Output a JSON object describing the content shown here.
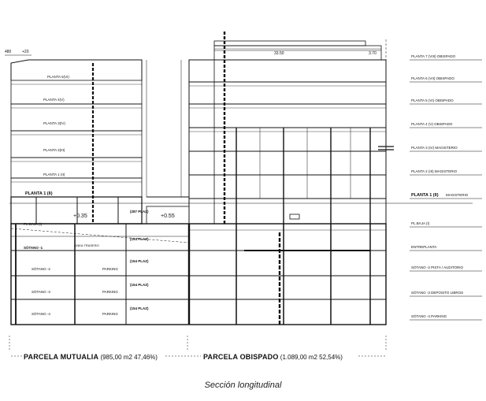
{
  "caption": "Sección longitudinal",
  "dims": {
    "d1": "480",
    "d2": "+20",
    "top_span": "33.50",
    "top_right": "3.70",
    "level_035": "+0.35",
    "level_055": "+0.55"
  },
  "left_floors": {
    "p5": "PLANTA 5(VI)",
    "p4": "PLANTA 4(V)",
    "p3": "PLANTA 3(IV)",
    "p2": "PLANTA 2(III)",
    "p1": "PLANTA 1 (II)",
    "pb": "PL.BAJA (I)",
    "s1": "SÓTANO -1",
    "s1_note": "LINEA TRASERO",
    "s2": "SÓTANO -2",
    "s3": "SÓTANO -3",
    "s4": "SÓTANO -4",
    "parking": "PARKING"
  },
  "mid_tags": {
    "t1": "(287 PLAZ)",
    "t2": "(154 PLAZ)",
    "t3": "(154 PLAZ)",
    "t4": "(154 PLAZ)",
    "t5": "(154 PLAZ)"
  },
  "right_labels": {
    "r7": "PLANTA 7 (VIII) OBISPADO",
    "r6": "PLANTA 6 (VII) OBISPADO",
    "r5": "PLANTA 5 (VI) OBISPADO",
    "r4": "PLANTA 4 (V) OBISPADO",
    "r3": "PLANTA 3 (IV) MAGISTERIO",
    "r2": "PLANTA 2 (III) MAGISTERIO",
    "r1a": "PLANTA 1 (II)",
    "r1b": "MAGISTERIO",
    "rb": "PL.BAJA (I)",
    "re": "ENTREPLANTA",
    "rs2": "SÓTANO -2 PISTA / AUDITORIO",
    "rs3": "SÓTANO -3 DEPOSITO LIBROS",
    "rs4": "SÓTANO -4 PARKING"
  },
  "parcels": {
    "a_name": "PARCELA MUTUALIA",
    "a_info": "(985,00 m2  47,46%)",
    "b_name": "PARCELA OBISPADO",
    "b_info": "(1.089,00 m2  52,54%)"
  }
}
